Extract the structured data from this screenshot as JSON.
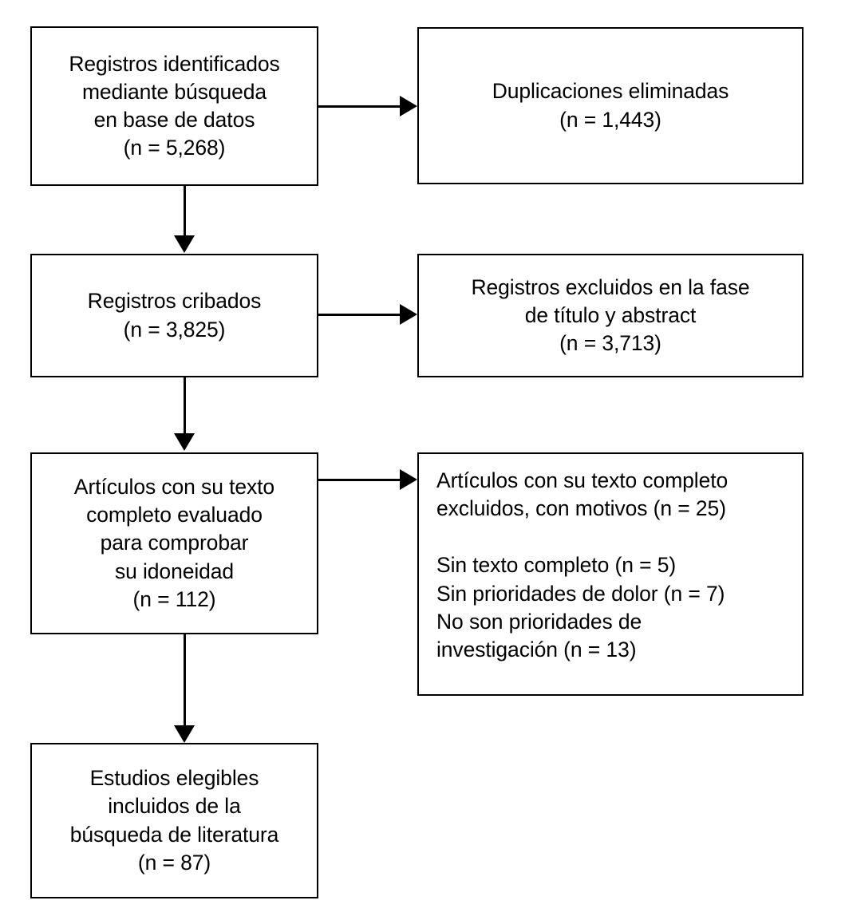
{
  "diagram": {
    "type": "prisma-flow-diagram",
    "language": "es",
    "background_color": "#ffffff",
    "line_color": "#000000",
    "text_color": "#000000",
    "nodes": [
      {
        "id": "identified",
        "name": "records-identified-box",
        "text": "Registros identificados\nmediante búsqueda\nen base de datos\n(n = 5,268)",
        "count": 5268,
        "align": "center"
      },
      {
        "id": "duplicates",
        "name": "duplicates-removed-box",
        "text": "Duplicaciones eliminadas\n(n = 1,443)",
        "count": 1443,
        "align": "center"
      },
      {
        "id": "screened",
        "name": "records-screened-box",
        "text": "Registros cribados\n(n = 3,825)",
        "count": 3825,
        "align": "center"
      },
      {
        "id": "excluded-title",
        "name": "records-excluded-title-abstract-box",
        "text": "Registros excluidos en la fase\nde título y abstract\n(n = 3,713)",
        "count": 3713,
        "align": "center"
      },
      {
        "id": "fulltext",
        "name": "fulltext-assessed-box",
        "text": "Artículos con su texto\ncompleto evaluado\npara comprobar\nsu idoneidad\n(n = 112)",
        "count": 112,
        "align": "center"
      },
      {
        "id": "fulltext-excluded",
        "name": "fulltext-excluded-reasons-box",
        "text": "Artículos con su texto completo\nexcluidos, con motivos (n = 25)\n\nSin texto completo (n = 5)\nSin prioridades de dolor (n = 7)\nNo son prioridades de\ninvestigación (n = 13)",
        "count": 25,
        "align": "left",
        "reasons": [
          {
            "label": "Sin texto completo",
            "n": 5
          },
          {
            "label": "Sin prioridades de dolor",
            "n": 7
          },
          {
            "label": "No son prioridades de investigación",
            "n": 13
          }
        ]
      },
      {
        "id": "included",
        "name": "studies-included-box",
        "text": "Estudios elegibles\nincluidos de la\nbúsqueda de literatura\n(n = 87)",
        "count": 87,
        "align": "center"
      }
    ],
    "edges": [
      {
        "id": "e1",
        "name": "arrow-identified-to-duplicates",
        "direction": "right"
      },
      {
        "id": "e2",
        "name": "arrow-identified-to-screened",
        "direction": "down"
      },
      {
        "id": "e3",
        "name": "arrow-screened-to-excluded-title",
        "direction": "right"
      },
      {
        "id": "e4",
        "name": "arrow-screened-to-fulltext",
        "direction": "down"
      },
      {
        "id": "e5",
        "name": "arrow-fulltext-to-fulltext-excluded",
        "direction": "right"
      },
      {
        "id": "e6",
        "name": "arrow-fulltext-to-included",
        "direction": "down"
      }
    ]
  }
}
